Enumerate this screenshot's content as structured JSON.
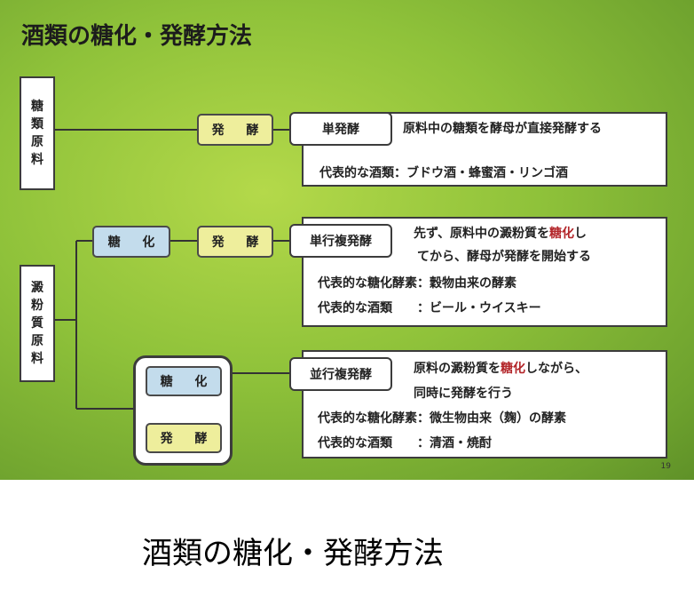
{
  "slide": {
    "title": "酒類の糖化・発酵方法",
    "page_number": "19",
    "sugar_material_label": [
      "糖",
      "類",
      "原",
      "料"
    ],
    "starch_material_label": [
      "澱",
      "粉",
      "質",
      "原",
      "料"
    ],
    "ferment_label": "発 酵",
    "saccharify_label": "糖 化",
    "single": {
      "name": "単発酵",
      "desc": "原料中の糖類を酵母が直接発酵する",
      "examples": "代表的な酒類：ブドウ酒・蜂蜜酒・リンゴ酒"
    },
    "multiple": {
      "name": "単行複発酵",
      "desc_line1_pre": "先ず、原料中の澱粉質を",
      "desc_line1_highlight": "糖化",
      "desc_line1_post": "し",
      "desc_line2": "てから、酵母が発酵を開始する",
      "enzyme": "代表的な糖化酵素：穀物由来の酵素",
      "examples": "代表的な酒類　　：ビール・ウイスキー"
    },
    "parallel": {
      "name": "並行複発酵",
      "desc_line1_pre": "原料の澱粉質を",
      "desc_line1_highlight": "糖化",
      "desc_line1_post": "しながら、",
      "desc_line2": "同時に発酵を行う",
      "enzyme": "代表的な糖化酵素：微生物由来（麹）の酵素",
      "examples": "代表的な酒類　　：清酒・焼酎"
    }
  },
  "caption": "酒類の糖化・発酵方法",
  "colors": {
    "slide_green": "#8fc23a",
    "ferment_yellow": "#eeee9c",
    "saccharify_blue": "#c3dcec",
    "highlight_red": "#b3262a",
    "arrow_red": "#b3262a"
  }
}
